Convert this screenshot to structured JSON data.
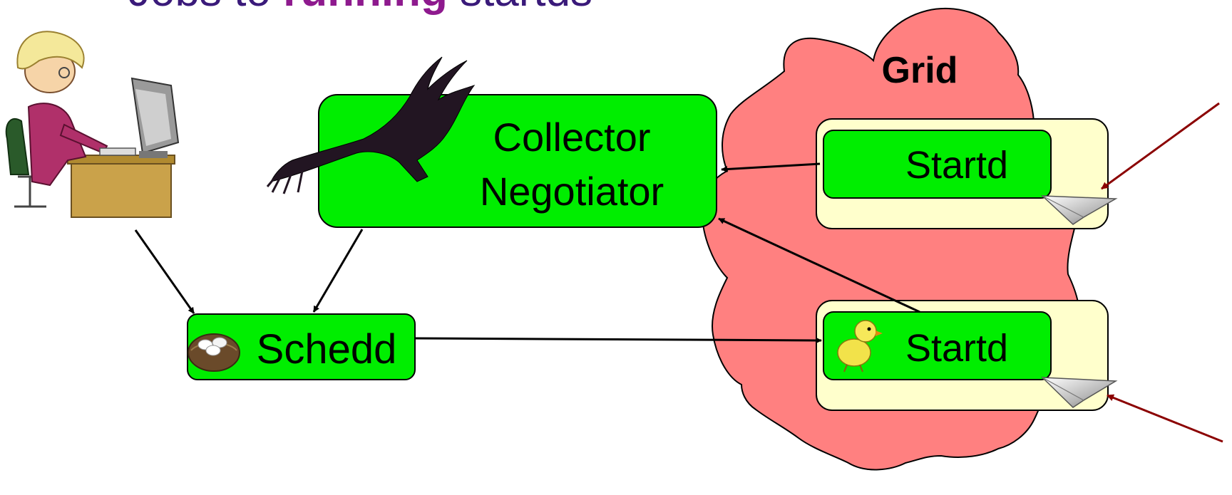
{
  "title": {
    "prefix": "Jobs to ",
    "emphasis": "running",
    "suffix": " startds",
    "color": "#3a1a7a",
    "emphasis_color": "#8e1a8e"
  },
  "nodes": {
    "collector": {
      "line1": "Collector",
      "line2": "Negotiator"
    },
    "schedd": {
      "label": "Schedd"
    },
    "grid": {
      "label": "Grid"
    },
    "startd_top": {
      "label": "Startd"
    },
    "startd_bottom": {
      "label": "Startd"
    }
  },
  "icons": {
    "user": "user-at-computer-icon",
    "collector": "condor-bird-icon",
    "schedd": "egg-nest-icon",
    "startd": "chick-icon",
    "slot": "paper-plane-icon"
  },
  "colors": {
    "box_fill": "#00ee00",
    "grid_fill": "#ff8080",
    "slot_fill": "#ffffcc",
    "arrow": "#000000",
    "pointer": "#8b0000"
  }
}
